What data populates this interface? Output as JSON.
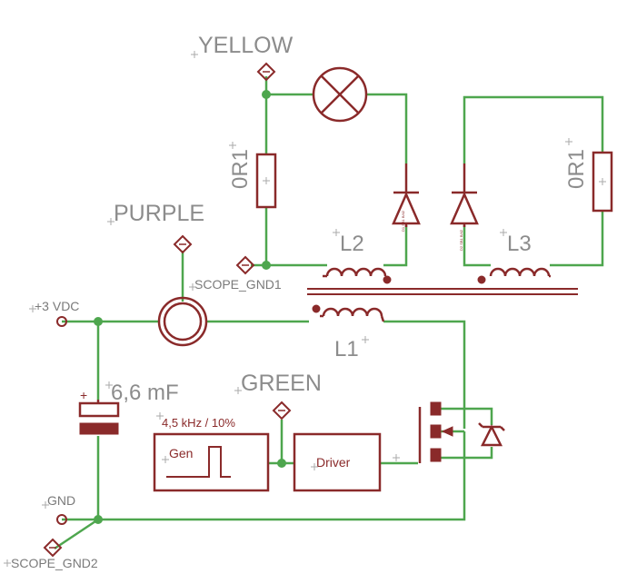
{
  "labels": {
    "yellow": "YELLOW",
    "purple": "PURPLE",
    "green": "GREEN",
    "scope_gnd1": "SCOPE_GND1",
    "scope_gnd2": "SCOPE_GND2",
    "vdc": "+3 VDC",
    "gnd": "GND",
    "cap": "6,6 mF",
    "freq": "4,5 kHz / 10%",
    "gen": "Gen",
    "driver": "Driver",
    "r_left": "0R1",
    "r_right": "0R1",
    "l1": "L1",
    "l2": "L2",
    "l3": "L3"
  },
  "colors": {
    "wire": "#4ea64e",
    "part": "#8a2a2a",
    "label": "#8c8c8c"
  }
}
